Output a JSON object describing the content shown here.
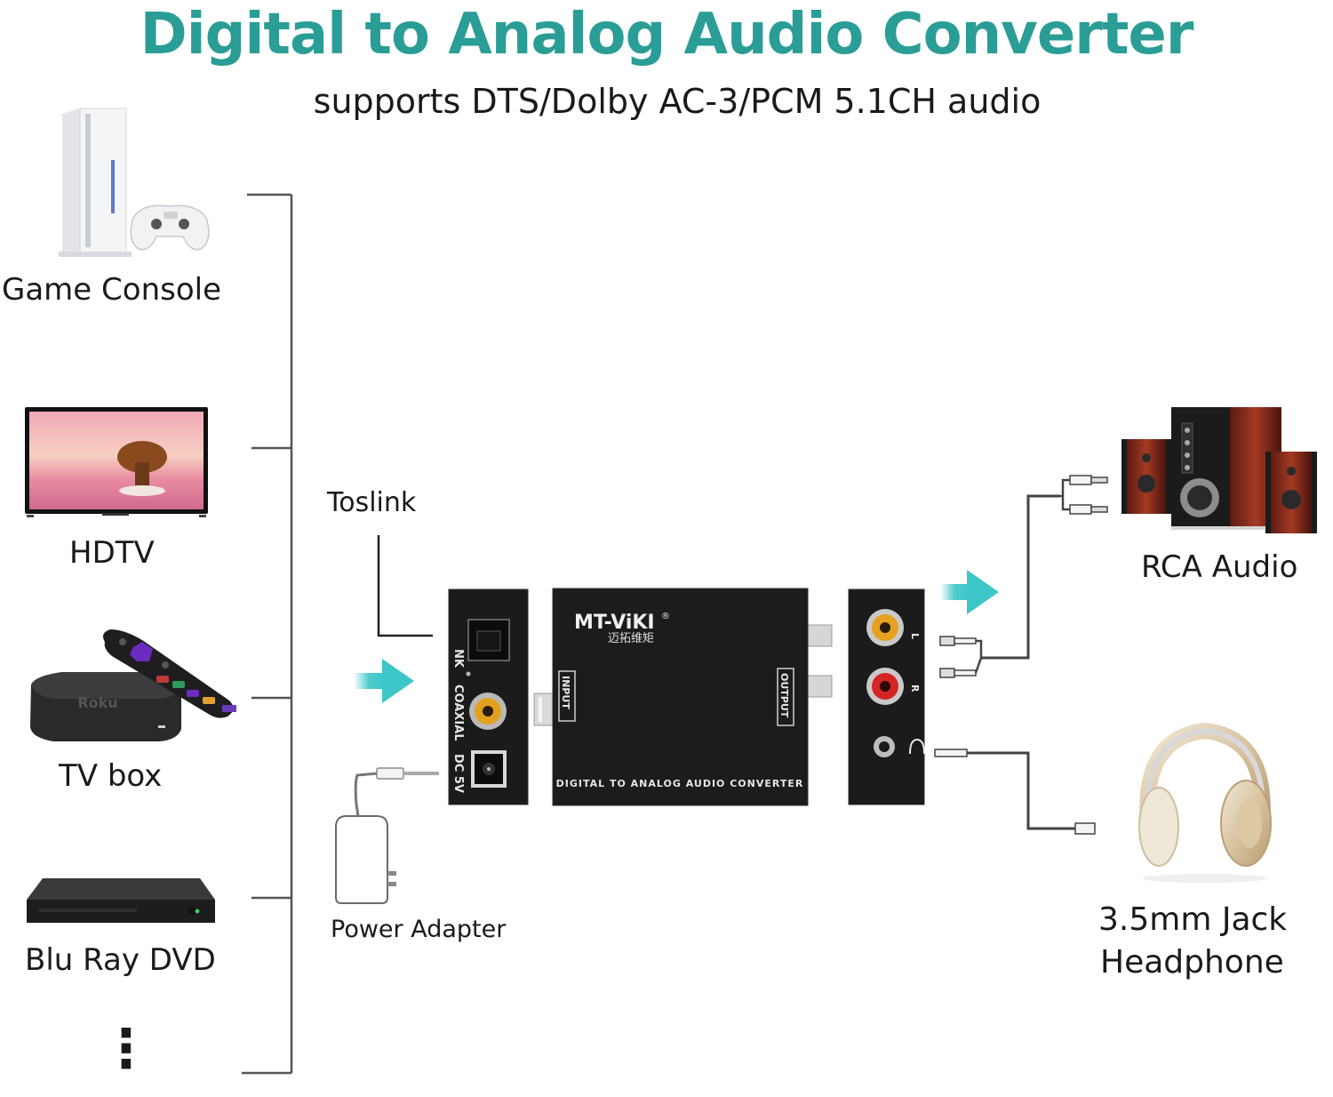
{
  "title": "Digital to Analog  Audio Converter",
  "subtitle": "supports DTS/Dolby AC-3/PCM 5.1CH audio",
  "sources": {
    "game_console": "Game  Console",
    "hdtv": "HDTV",
    "tv_box": "TV box",
    "blu_ray": "Blu Ray DVD",
    "more": "⋮"
  },
  "connections": {
    "toslink": "Toslink",
    "power_adapter": "Power Adapter"
  },
  "outputs": {
    "rca_audio": "RCA Audio",
    "jack_line1": "3.5mm Jack",
    "jack_line2": "Headphone"
  },
  "device": {
    "brand": "MT-ViKI",
    "brand_mark": "®",
    "brand_cn": "迈拓维矩",
    "label": "DIGITAL TO ANALOG AUDIO CONVERTER",
    "input_tag": "INPUT",
    "output_tag": "OUTPUT",
    "port_nk": "NK",
    "port_coaxial": "COAXIAL",
    "port_dc": "DC 5V",
    "port_l": "L",
    "port_r": "R"
  },
  "colors": {
    "title": "#2a9d96",
    "arrow": "#3cc6c8",
    "device": "#1c1c1c",
    "line": "#444444"
  },
  "roku_logo": "Roku"
}
